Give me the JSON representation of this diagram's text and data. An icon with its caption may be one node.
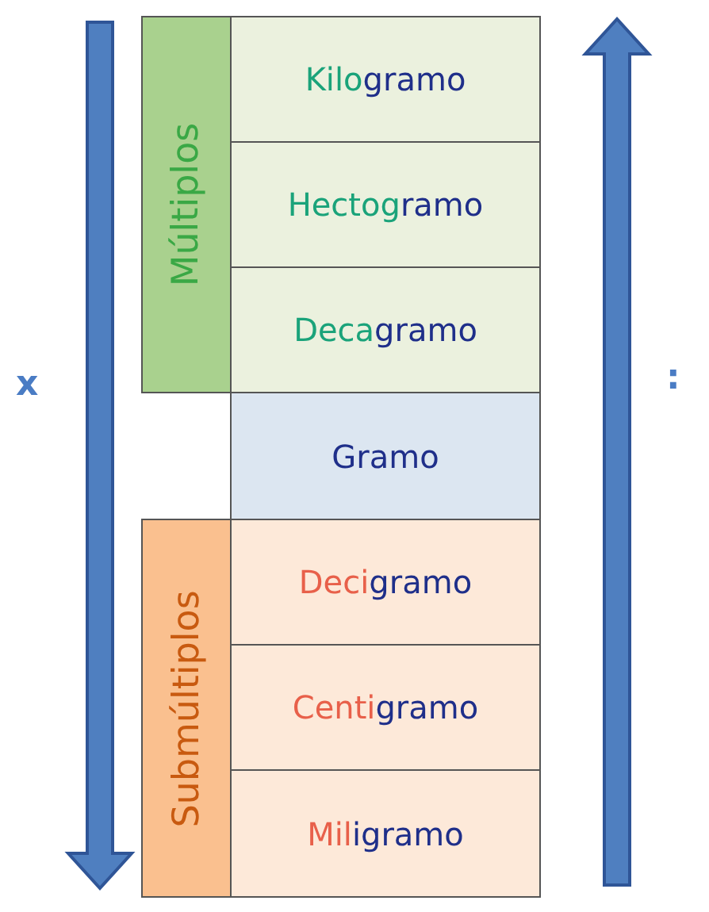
{
  "diagram": {
    "nodes": [
      {
        "text": [
          "Múltiplos"
        ]
      },
      {
        "text": [
          "Kilogramo"
        ]
      },
      {
        "text": [
          "Hectogramo"
        ]
      },
      {
        "text": [
          "Decagramo"
        ]
      },
      {
        "text": [
          "Gramo"
        ]
      },
      {
        "text": [
          "Submúltiplos"
        ]
      },
      {
        "text": [
          "Decigramo"
        ]
      },
      {
        "text": [
          "Centigramo"
        ]
      },
      {
        "text": [
          "Miligramo"
        ]
      }
    ],
    "edges": [],
    "labels": [
      "x",
      ":"
    ]
  }
}
